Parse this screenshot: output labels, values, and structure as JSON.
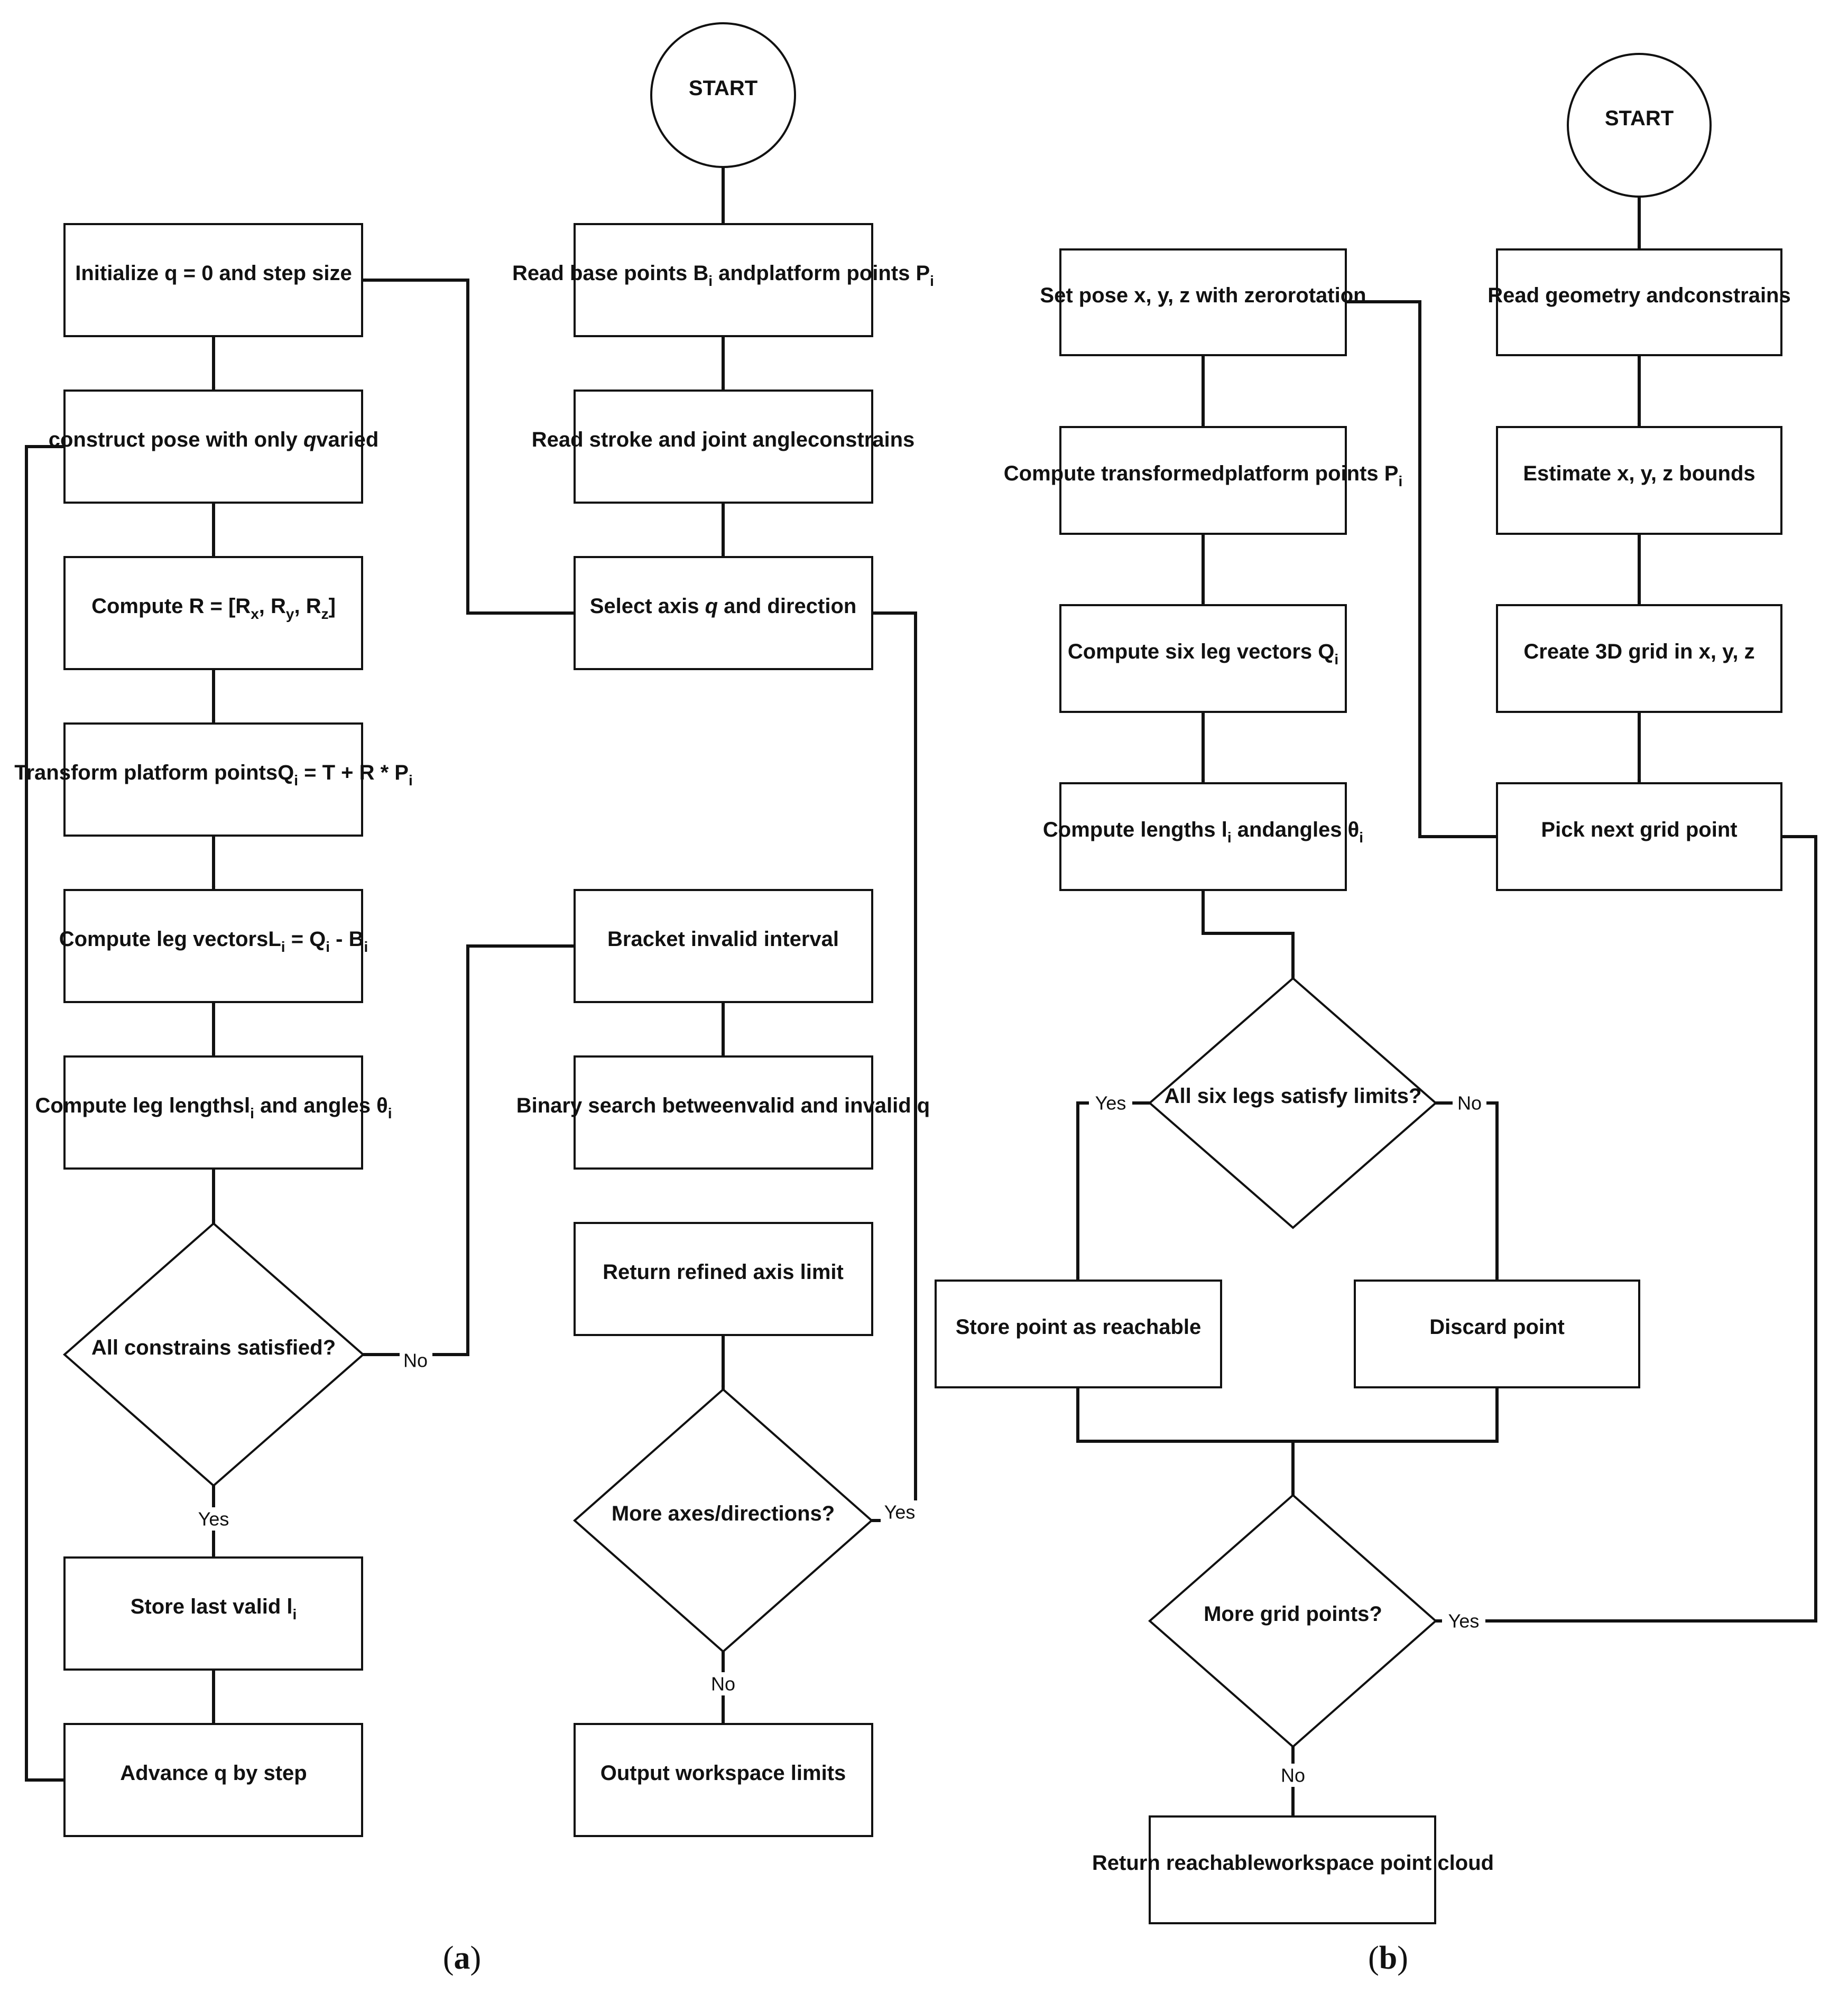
{
  "a": {
    "start": "START",
    "read_points": [
      "Read base points B|i| and",
      "platform points P|i|"
    ],
    "read_constraints": [
      "Read stroke and joint angle",
      "constrains"
    ],
    "select_axis": [
      "Select axis *q* and direction"
    ],
    "initialize": [
      "Initialize q = 0 and step size"
    ],
    "construct_pose": [
      "construct pose with only *q*",
      "varied"
    ],
    "compute_R": [
      "Compute R = [R|x|, R|y|, R|z|]"
    ],
    "transform": [
      "Transform platform points",
      "Q|i| = T + R * P|i|"
    ],
    "leg_vectors": [
      "Compute leg vectors",
      "L|i| = Q|i| - B|i|"
    ],
    "leg_lengths": [
      "Compute leg lengths",
      "l|i| and angles θ|i|"
    ],
    "all_satisfied": [
      "All constrains satisfied?"
    ],
    "store_last": [
      "Store last valid l|i|"
    ],
    "advance": [
      "Advance q by step"
    ],
    "bracket": [
      "Bracket invalid interval"
    ],
    "binary_search": [
      "Binary search between",
      "valid and invalid q"
    ],
    "return_limit": [
      "Return refined axis limit"
    ],
    "more_axes": [
      "More axes/directions?"
    ],
    "output": [
      "Output workspace limits"
    ],
    "label_no_constraints": "No",
    "label_yes_constraints": "Yes",
    "label_yes_axes": "Yes",
    "label_no_axes": "No",
    "caption_open": "(",
    "caption_letter": "a",
    "caption_close": ")"
  },
  "b": {
    "start": "START",
    "read_geometry": [
      "Read geometry and",
      "constrains"
    ],
    "estimate_bounds": [
      "Estimate x, y, z bounds"
    ],
    "create_grid": [
      "Create 3D grid in x, y, z"
    ],
    "pick_next": [
      "Pick next grid point"
    ],
    "set_pose": [
      "Set pose x, y, z with zero",
      "rotation"
    ],
    "transformed_points": [
      "Compute transformed",
      "platform points P|i|"
    ],
    "six_leg_vectors": [
      "Compute six leg vectors Q|i|"
    ],
    "lengths_angles": [
      "Compute lengths l|i| and",
      "angles θ|i|"
    ],
    "six_legs_limits": [
      "All six legs satisfy limits?"
    ],
    "store_reachable": [
      "Store point as reachable"
    ],
    "discard": [
      "Discard point"
    ],
    "more_grid": [
      "More grid points?"
    ],
    "return_cloud": [
      "Return reachable",
      "workspace point cloud"
    ],
    "label_yes_limits": "Yes",
    "label_no_limits": "No",
    "label_yes_grid": "Yes",
    "label_no_grid": "No",
    "caption_open": "(",
    "caption_letter": "b",
    "caption_close": ")"
  }
}
